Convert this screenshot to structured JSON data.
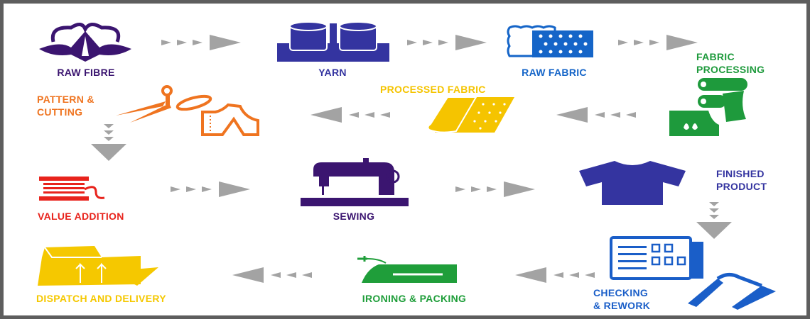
{
  "title": "Textile and Garment Production Process",
  "colors": {
    "arrow": "#a3a3a3",
    "raw_fibre": "#3b1570",
    "yarn": "#3434a0",
    "raw_fabric": "#1565c8",
    "fabric_processing": "#1e9a3c",
    "processed_fabric": "#f5c400",
    "pattern_cutting": "#ef7420",
    "value_addition": "#e8231c",
    "sewing": "#3b1570",
    "finished_product": "#3434a0",
    "checking": "#1a5ec8",
    "ironing": "#1f9e3a",
    "dispatch": "#f5c800"
  },
  "steps": [
    {
      "id": "raw-fibre",
      "label": "RAW FIBRE",
      "icon": "cotton-boll-icon"
    },
    {
      "id": "yarn",
      "label": "YARN",
      "icon": "yarn-spools-icon"
    },
    {
      "id": "raw-fabric",
      "label": "RAW FABRIC",
      "icon": "knit-fabric-icon"
    },
    {
      "id": "fabric-processing",
      "label_line1": "FABRIC",
      "label_line2": "PROCESSING",
      "icon": "fabric-dyeing-icon"
    },
    {
      "id": "processed-fabric",
      "label": "PROCESSED FABRIC",
      "icon": "fabric-roll-icon"
    },
    {
      "id": "pattern-cutting",
      "label_line1": "PATTERN &",
      "label_line2": "CUTTING",
      "icon": "scissors-pattern-icon"
    },
    {
      "id": "value-addition",
      "label": "VALUE ADDITION",
      "icon": "thread-spool-icon"
    },
    {
      "id": "sewing",
      "label": "SEWING",
      "icon": "sewing-machine-icon"
    },
    {
      "id": "finished-product",
      "label_line1": "FINISHED",
      "label_line2": "PRODUCT",
      "icon": "t-shirt-icon"
    },
    {
      "id": "checking-rework",
      "label_line1": "CHECKING",
      "label_line2": "& REWORK",
      "icon": "checklist-tweezers-icon"
    },
    {
      "id": "ironing-packing",
      "label": "IRONING & PACKING",
      "icon": "iron-icon"
    },
    {
      "id": "dispatch-delivery",
      "label": "DISPATCH AND DELIVERY",
      "icon": "boxes-icon"
    }
  ]
}
